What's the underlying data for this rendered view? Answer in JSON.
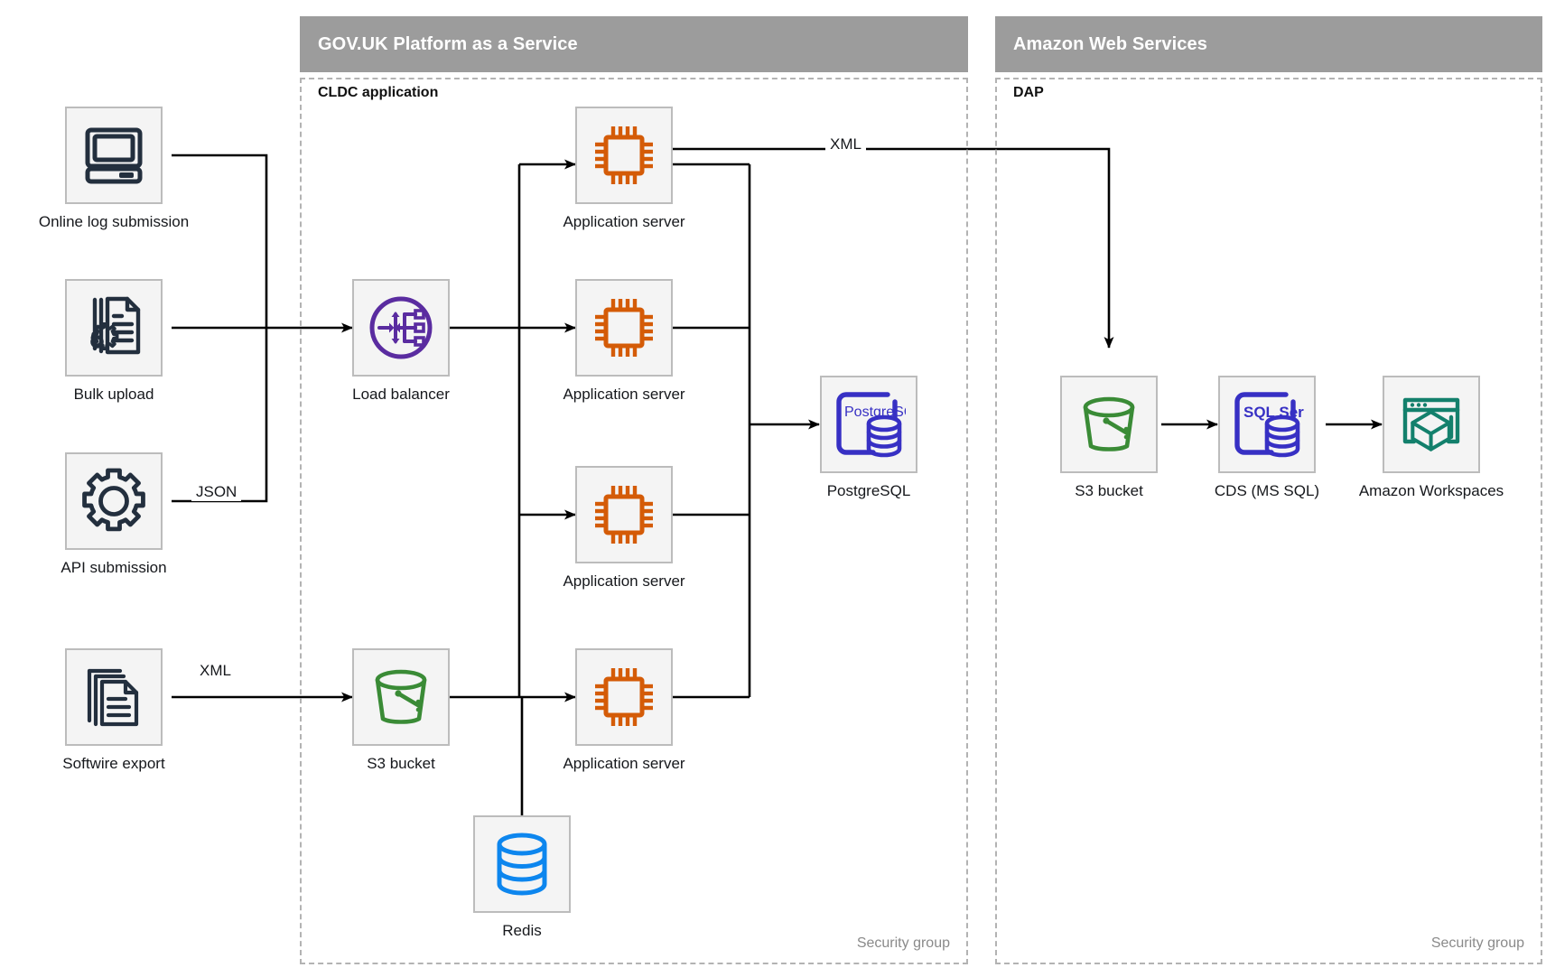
{
  "zones": [
    {
      "id": "paas",
      "title": "GOV.UK Platform as a Service",
      "sub_label": "CLDC application",
      "security_label": "Security group"
    },
    {
      "id": "aws",
      "title": "Amazon Web Services",
      "sub_label": "DAP",
      "security_label": "Security group"
    }
  ],
  "nodes": {
    "online_log": {
      "label": "Online log submission",
      "icon": "desktop-computer-icon",
      "color": "#232f3e"
    },
    "bulk_upload": {
      "label": "Bulk upload",
      "icon": "document-gear-icon",
      "color": "#232f3e"
    },
    "api_submission": {
      "label": "API submission",
      "icon": "gear-icon",
      "color": "#232f3e"
    },
    "softwire": {
      "label": "Softwire export",
      "icon": "document-stack-icon",
      "color": "#232f3e"
    },
    "load_balancer": {
      "label": "Load balancer",
      "icon": "load-balancer-icon",
      "color": "#5a2ca0"
    },
    "app_server_1": {
      "label": "Application server",
      "icon": "cpu-chip-icon",
      "color": "#d45b07"
    },
    "app_server_2": {
      "label": "Application server",
      "icon": "cpu-chip-icon",
      "color": "#d45b07"
    },
    "app_server_3": {
      "label": "Application server",
      "icon": "cpu-chip-icon",
      "color": "#d45b07"
    },
    "app_server_4": {
      "label": "Application server",
      "icon": "cpu-chip-icon",
      "color": "#d45b07"
    },
    "postgresql": {
      "label": "PostgreSQL",
      "icon": "postgresql-icon",
      "color": "#3730c4",
      "badge": "PostgreSQL"
    },
    "s3_paas": {
      "label": "S3 bucket",
      "icon": "s3-bucket-icon",
      "color": "#3a8b36"
    },
    "redis": {
      "label": "Redis",
      "icon": "redis-database-icon",
      "color": "#0d86ee"
    },
    "s3_aws": {
      "label": "S3 bucket",
      "icon": "s3-bucket-icon",
      "color": "#3a8b36"
    },
    "cds": {
      "label": "CDS (MS SQL)",
      "icon": "sql-server-icon",
      "color": "#3730c4",
      "badge": "SQL Server"
    },
    "workspaces": {
      "label": "Amazon Workspaces",
      "icon": "amazon-workspaces-icon",
      "color": "#13806c"
    }
  },
  "edge_labels": {
    "json": "JSON",
    "xml_left": "XML",
    "xml_top": "XML"
  },
  "colors": {
    "zone_header_bg": "#9c9c9c",
    "zone_border": "#b3b3b3",
    "tile_bg": "#f4f4f4",
    "tile_border": "#bcbcbc",
    "line": "#000000",
    "muted_text": "#8a8a8a"
  }
}
